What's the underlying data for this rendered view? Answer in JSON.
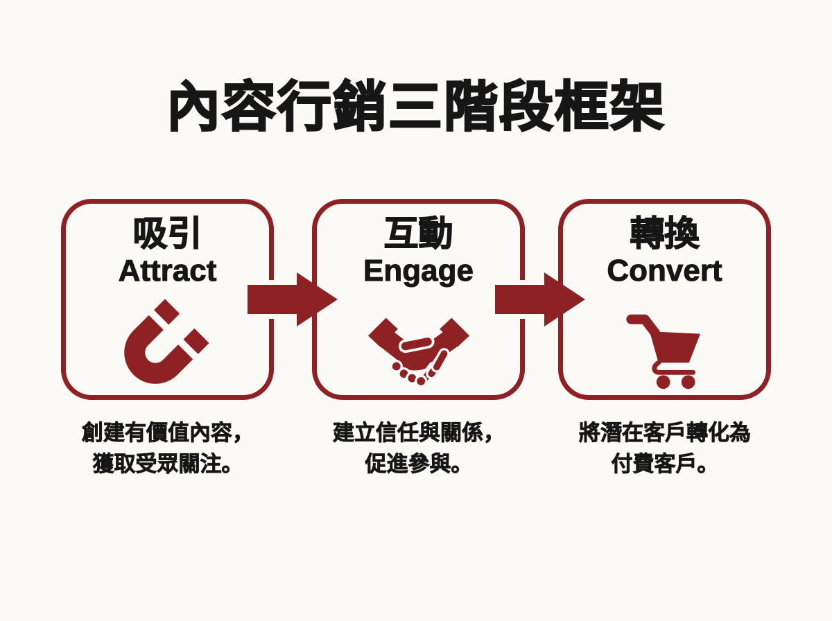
{
  "title": "內容行銷三階段框架",
  "colors": {
    "accent": "#8E2124",
    "background": "#FCFAF7",
    "text": "#161616"
  },
  "stages": [
    {
      "zh": "吸引",
      "en": "Attract",
      "icon": "magnet-icon",
      "description": [
        "創建有價值內容，",
        "獲取受眾關注。"
      ]
    },
    {
      "zh": "互動",
      "en": "Engage",
      "icon": "handshake-icon",
      "description": [
        "建立信任與關係，",
        "促進參與。"
      ]
    },
    {
      "zh": "轉換",
      "en": "Convert",
      "icon": "cart-icon",
      "description": [
        "將潛在客戶轉化為",
        "付費客戶。"
      ]
    }
  ],
  "arrows": [
    {
      "icon": "arrow-right-icon"
    },
    {
      "icon": "arrow-right-icon"
    }
  ]
}
